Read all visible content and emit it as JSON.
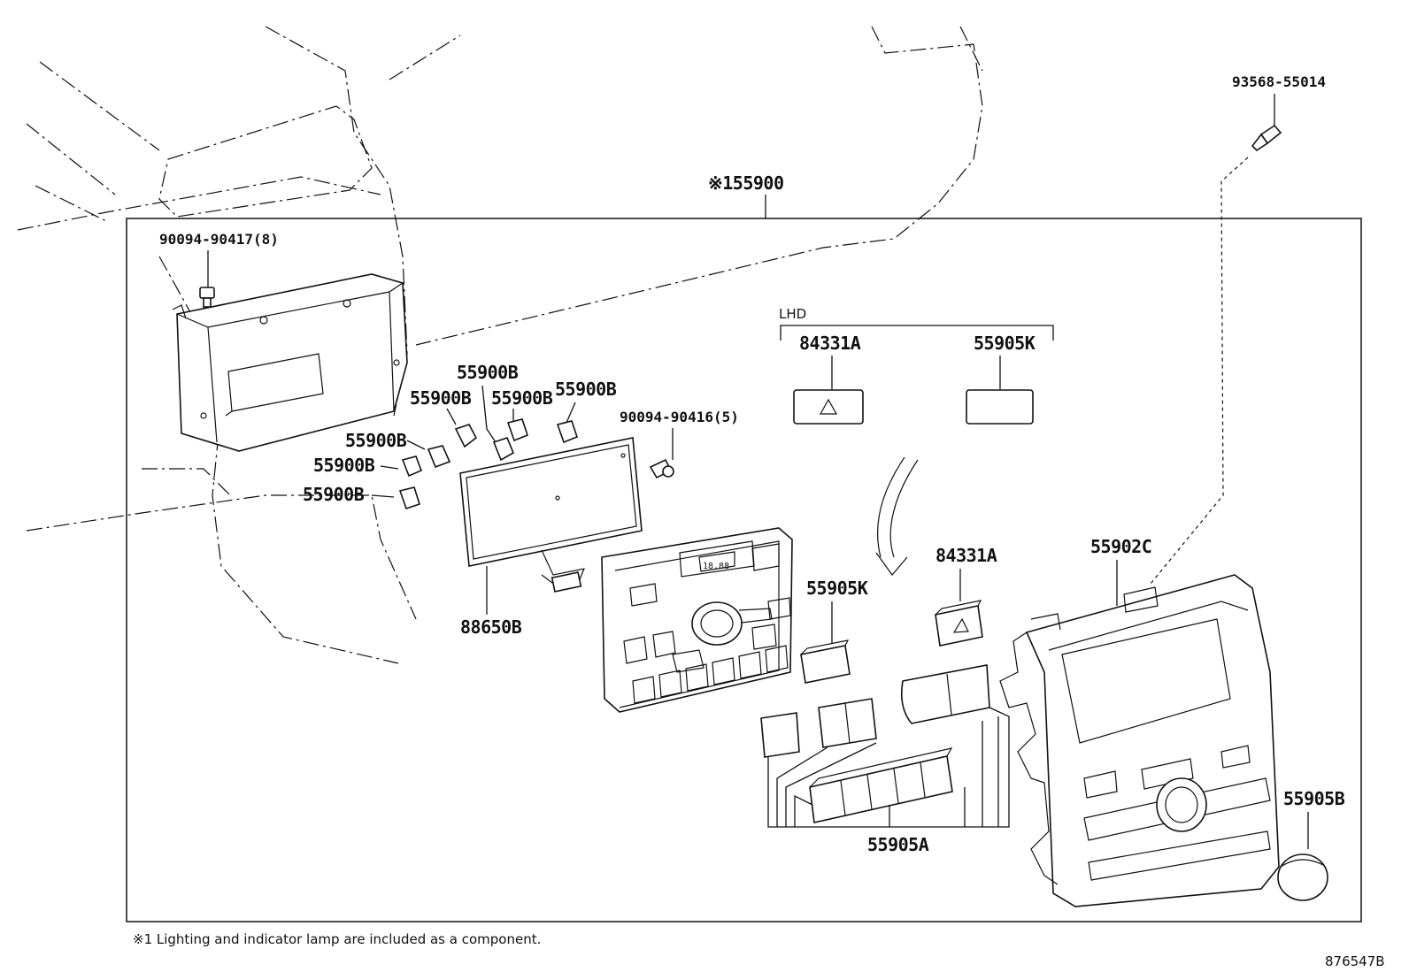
{
  "labels": {
    "screw_top": "93568-55014",
    "assembly": "※155900",
    "screw_left": "90094-90417(8)",
    "screw_mid": "90094-90416(5)",
    "lamp": "55900B",
    "circuit_board": "88650B",
    "lhd_header": "LHD",
    "lhd_hazard": "84331A",
    "lhd_blank": "55905K",
    "knob_k": "55905K",
    "hazard": "84331A",
    "panel": "55902C",
    "knob_b": "55905B",
    "buttons_a": "55905A"
  },
  "footnote": "※1 Lighting and indicator lamp are included as a component.",
  "diagram_code": "876547B"
}
